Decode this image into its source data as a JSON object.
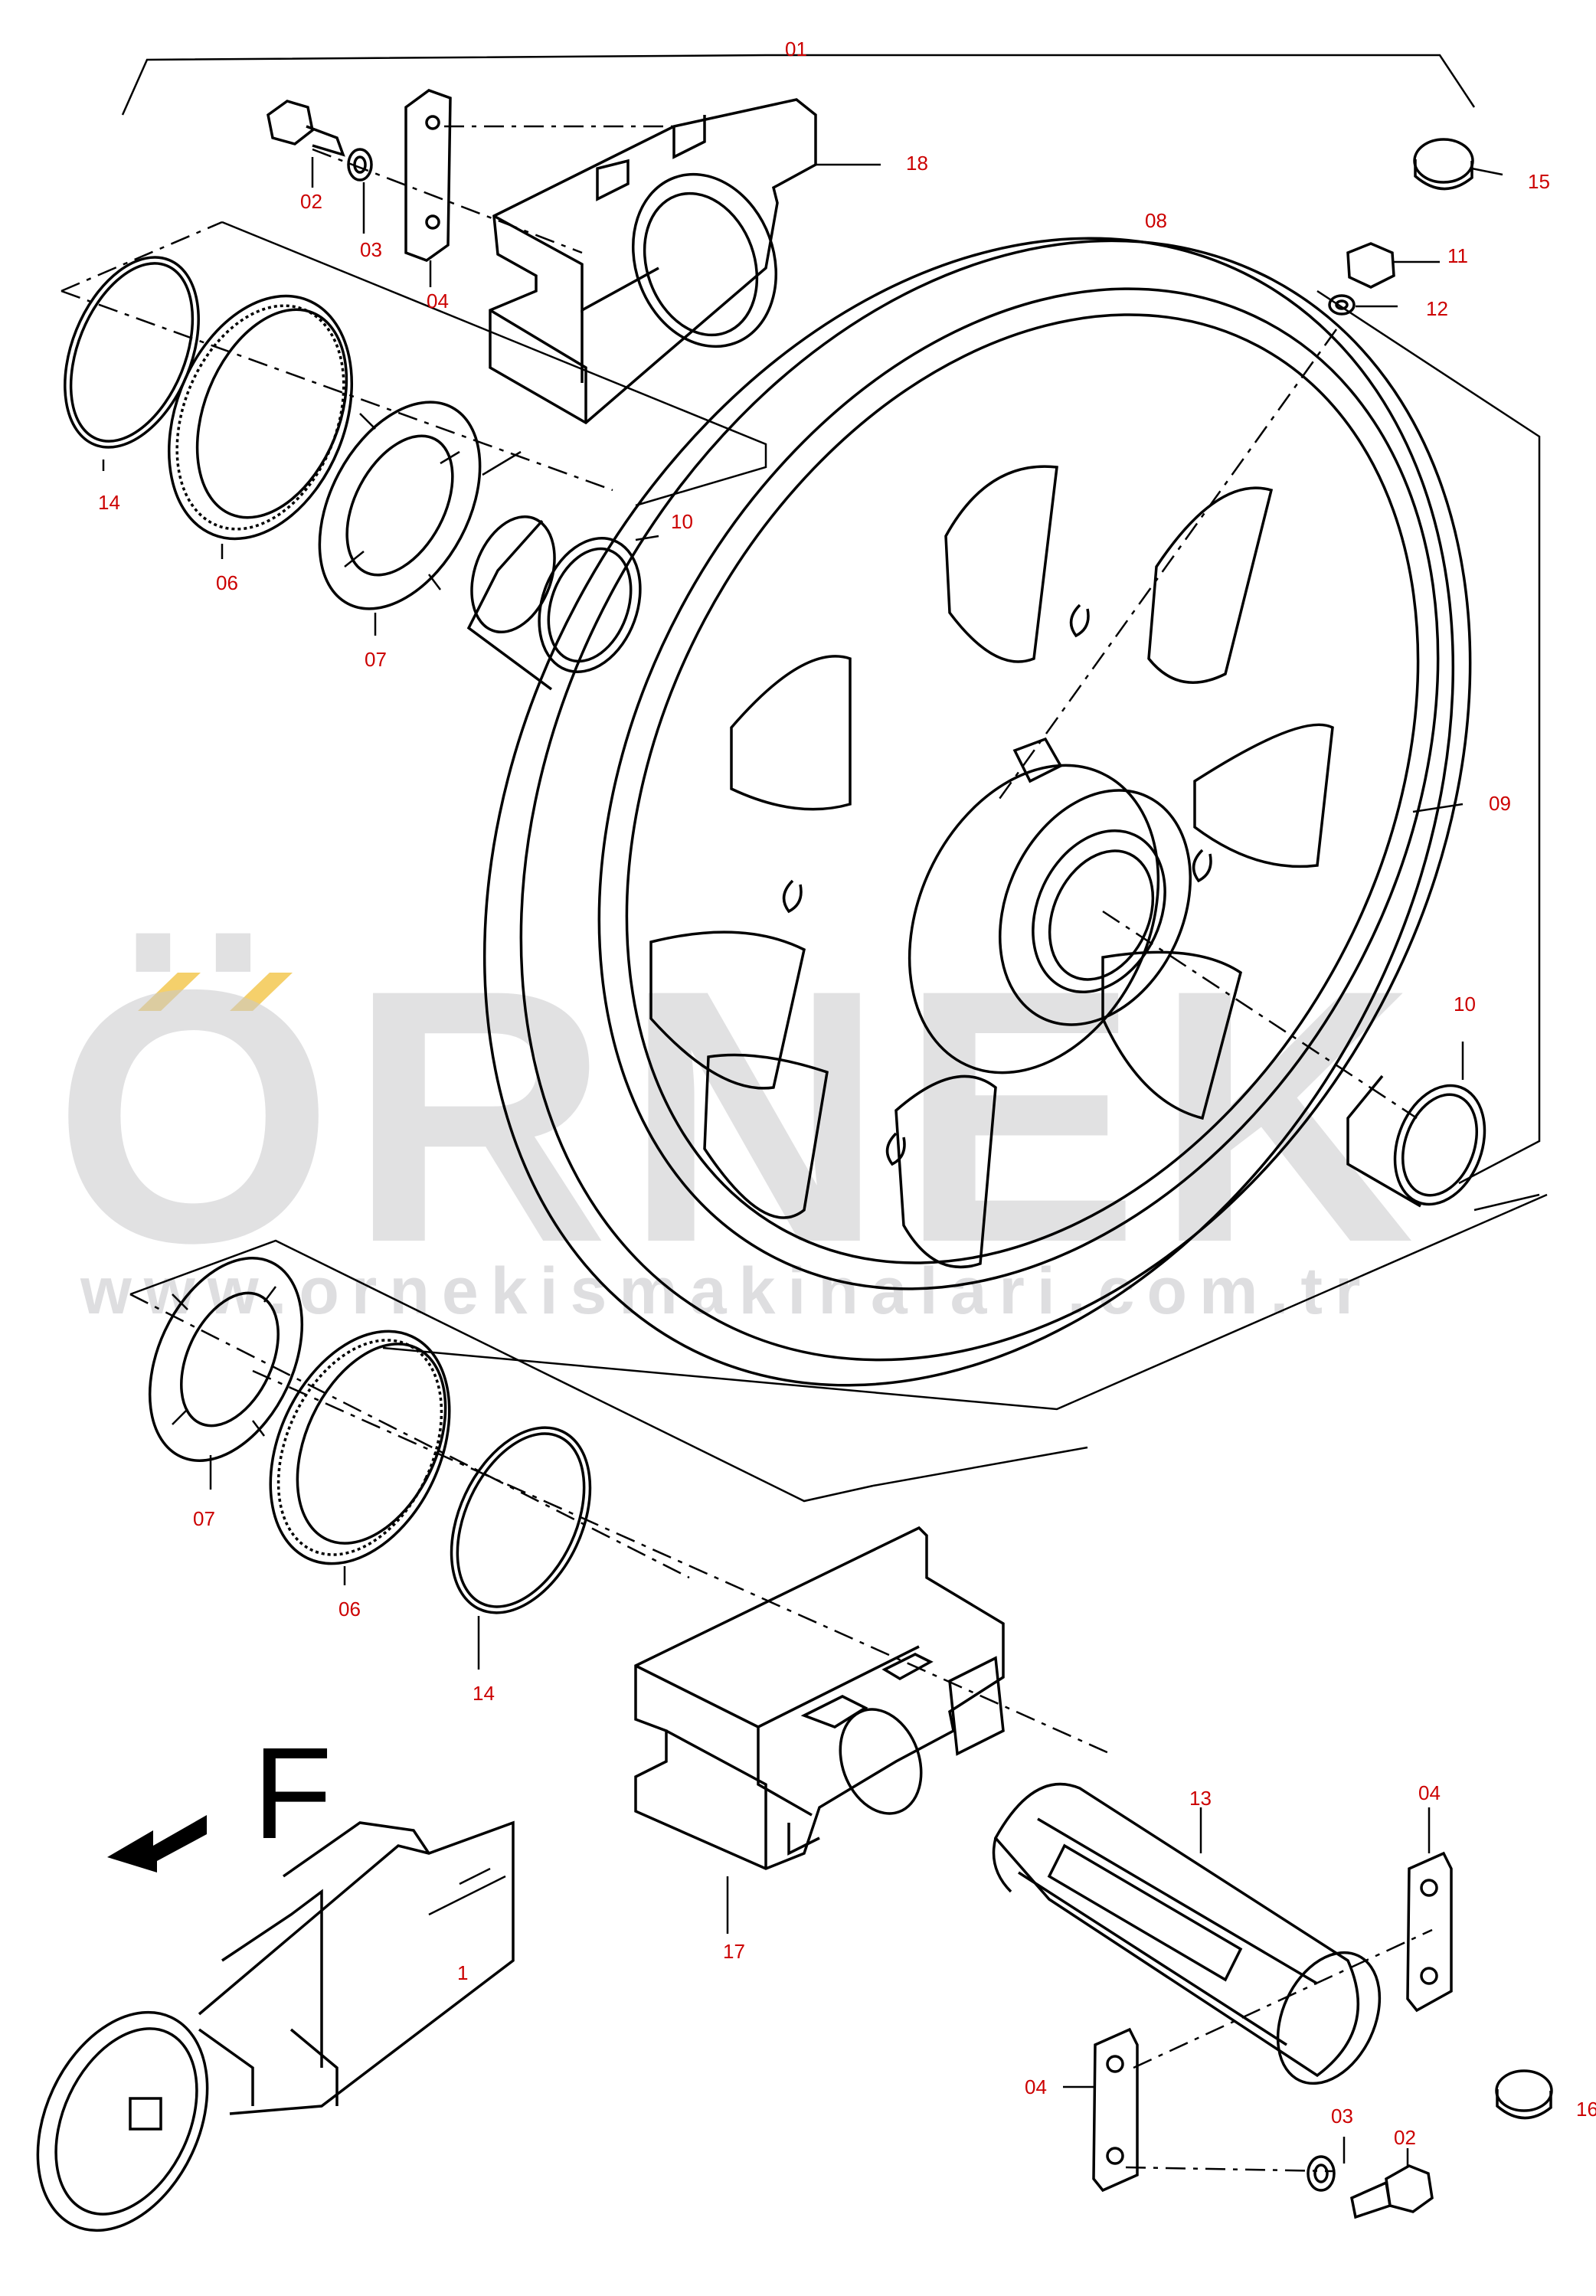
{
  "watermark": {
    "brand": "ÖRNEK",
    "url": "www.ornekismakinalari.com.tr",
    "accent_color": "#f5d06b",
    "text_color": "#c9c9cc"
  },
  "direction_marker": {
    "letter": "F",
    "icon": "arrow-left-icon"
  },
  "labels": {
    "assembly": "01",
    "bolt_top": "02",
    "washer_top": "03",
    "plate_top": "04",
    "seal_top": "06",
    "ring_top": "07",
    "wheel_top": "08",
    "wheel_rim": "09",
    "bushing_top": "10",
    "bushing_right": "10",
    "plug": "11",
    "plug_washer": "12",
    "shaft": "13",
    "oring_top": "14",
    "cap_top": "15",
    "bracket_top": "18",
    "ring_bottom": "07",
    "seal_bottom": "06",
    "oring_bottom": "14",
    "bracket_bottom": "17",
    "plate_bottom_right": "04",
    "plate_bottom_left": "04",
    "washer_bottom": "03",
    "bolt_bottom": "02",
    "cap_bottom": "16",
    "inset_mark": "1"
  },
  "colors": {
    "label": "#cc0000",
    "line": "#000000",
    "background": "#ffffff"
  }
}
